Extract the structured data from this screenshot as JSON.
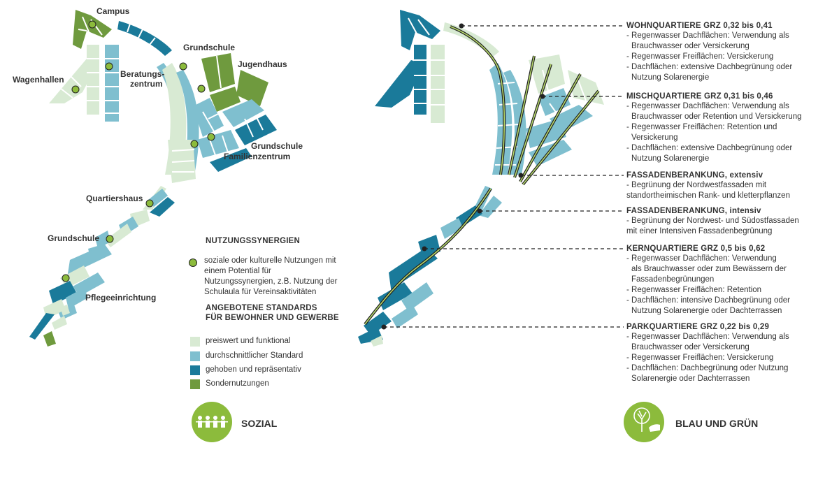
{
  "left_map": {
    "labels": {
      "campus": "Campus",
      "wagenhallen": "Wagenhallen",
      "beratungszentrum_1": "Beratungs-",
      "beratungszentrum_2": "zentrum",
      "grundschule_top": "Grundschule",
      "jugendhaus": "Jugendhaus",
      "grundschule_fz_1": "Grundschule",
      "grundschule_fz_2": "Familienzentrum",
      "quartiershaus": "Quartiershaus",
      "grundschule_low": "Grundschule",
      "pflegeeinrichtung": "Pflegeeinrichtung"
    }
  },
  "legend": {
    "synergy_heading": "NUTZUNGSSYNERGIEN",
    "synergy_text": "soziale oder kulturelle Nutzungen mit einem Potential für Nutzungssynergien, z.B. Nutzung der Schulaula für Vereinsaktivitäten",
    "standards_heading_1": "ANGEBOTENE STANDARDS",
    "standards_heading_2": "FÜR BEWOHNER UND GEWERBE",
    "items": [
      {
        "label": "preiswert und funktional",
        "color": "#d8ead3"
      },
      {
        "label": "durchschnittlicher Standard",
        "color": "#7fbfcf"
      },
      {
        "label": "gehoben und repräsentativ",
        "color": "#1a7a9a"
      },
      {
        "label": "Sondernutzungen",
        "color": "#6f9a3e"
      }
    ]
  },
  "badges": {
    "sozial": "SOZIAL",
    "blau_gruen": "BLAU UND GRÜN",
    "accent": "#8cbb3c"
  },
  "right_blocks": [
    {
      "heading": "WOHNQUARTIERE GRZ 0,32 bis 0,41",
      "lines": [
        "- Regenwasser Dachflächen: Verwendung als",
        "Brauchwasser oder Versickerung",
        "- Regenwasser Freiflächen: Versickerung",
        "- Dachflächen: extensive Dachbegrünung oder",
        "Nutzung Solarenergie"
      ]
    },
    {
      "heading": "MISCHQUARTIERE GRZ 0,31 bis 0,46",
      "lines": [
        "- Regenwasser Dachflächen: Verwendung  als",
        "Brauchwasser oder Retention und  Versickerung",
        "- Regenwasser Freiflächen: Retention und",
        "Versickerung",
        "- Dachflächen: extensive Dachbegrünung  oder",
        "Nutzung Solarenergie"
      ]
    },
    {
      "heading": "FASSADENBERANKUNG, extensiv",
      "lines": [
        "- Begrünung der Nordwestfassaden mit",
        "standortheimischen Rank- und kletterpflanzen"
      ]
    },
    {
      "heading": "FASSADENBERANKUNG, intensiv",
      "lines": [
        "- Begrünung der Nordwest- und Südostfassaden",
        "mit einer Intensiven Fassadenbegrünung"
      ]
    },
    {
      "heading": "KERNQUARTIERE GRZ 0,5 bis 0,62",
      "lines": [
        "- Regenwasser Dachflächen: Verwendung",
        "als Brauchwasser oder zum Bewässern der",
        "Fassadenbegrünungen",
        "- Regenwasser Freiflächen: Retention",
        "- Dachflächen: intensive Dachbegrünung oder",
        "Nutzung Solarenergie oder Dachterrassen"
      ]
    },
    {
      "heading": "PARKQUARTIERE GRZ 0,22 bis 0,29",
      "lines": [
        "- Regenwasser Dachflächen: Verwendung als",
        "Brauchwasser oder Versickerung",
        "- Regenwasser Freiflächen: Versickerung",
        "- Dachflächen: Dachbegrünung oder Nutzung",
        "Solarenergie  oder Dachterrassen"
      ]
    }
  ]
}
